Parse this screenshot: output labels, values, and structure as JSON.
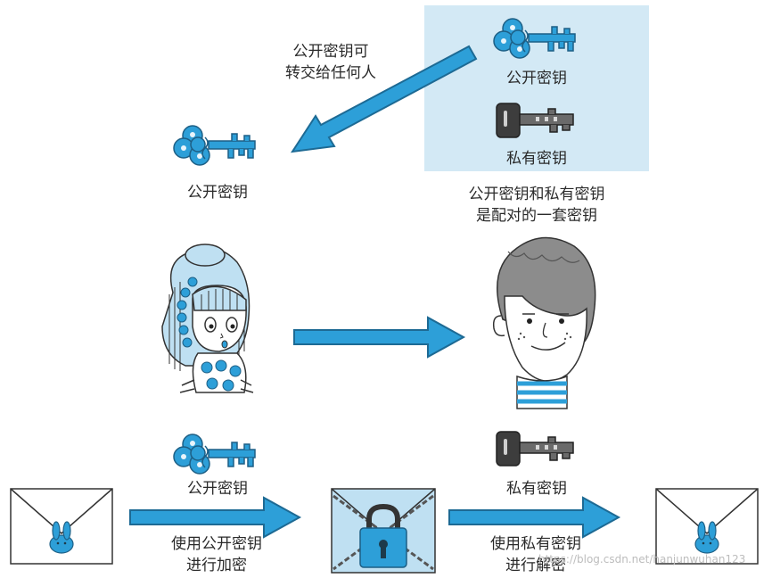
{
  "labels": {
    "public_key_shareable_line1": "公开密钥可",
    "public_key_shareable_line2": "转交给任何人",
    "panel_public_key": "公开密钥",
    "panel_private_key": "私有密钥",
    "received_public_key": "公开密钥",
    "pair_note_line1": "公开密钥和私有密钥",
    "pair_note_line2": "是配对的一套密钥",
    "bottom_public_key": "公开密钥",
    "bottom_private_key": "私有密钥",
    "encrypt_line1": "使用公开密钥",
    "encrypt_line2": "进行加密",
    "decrypt_line1": "使用私有密钥",
    "decrypt_line2": "进行解密"
  },
  "watermark": "https://blog.csdn.net/hanjunwuhan123",
  "colors": {
    "panel": "#d3e9f5",
    "accent_blue": "#2d9fd8",
    "dark_key": "#3d3d3d",
    "outline": "#333333"
  },
  "icons": [
    "public-key-icon",
    "private-key-icon",
    "envelope-icon",
    "locked-envelope-icon",
    "girl-illustration",
    "boy-illustration",
    "arrow-icon"
  ]
}
